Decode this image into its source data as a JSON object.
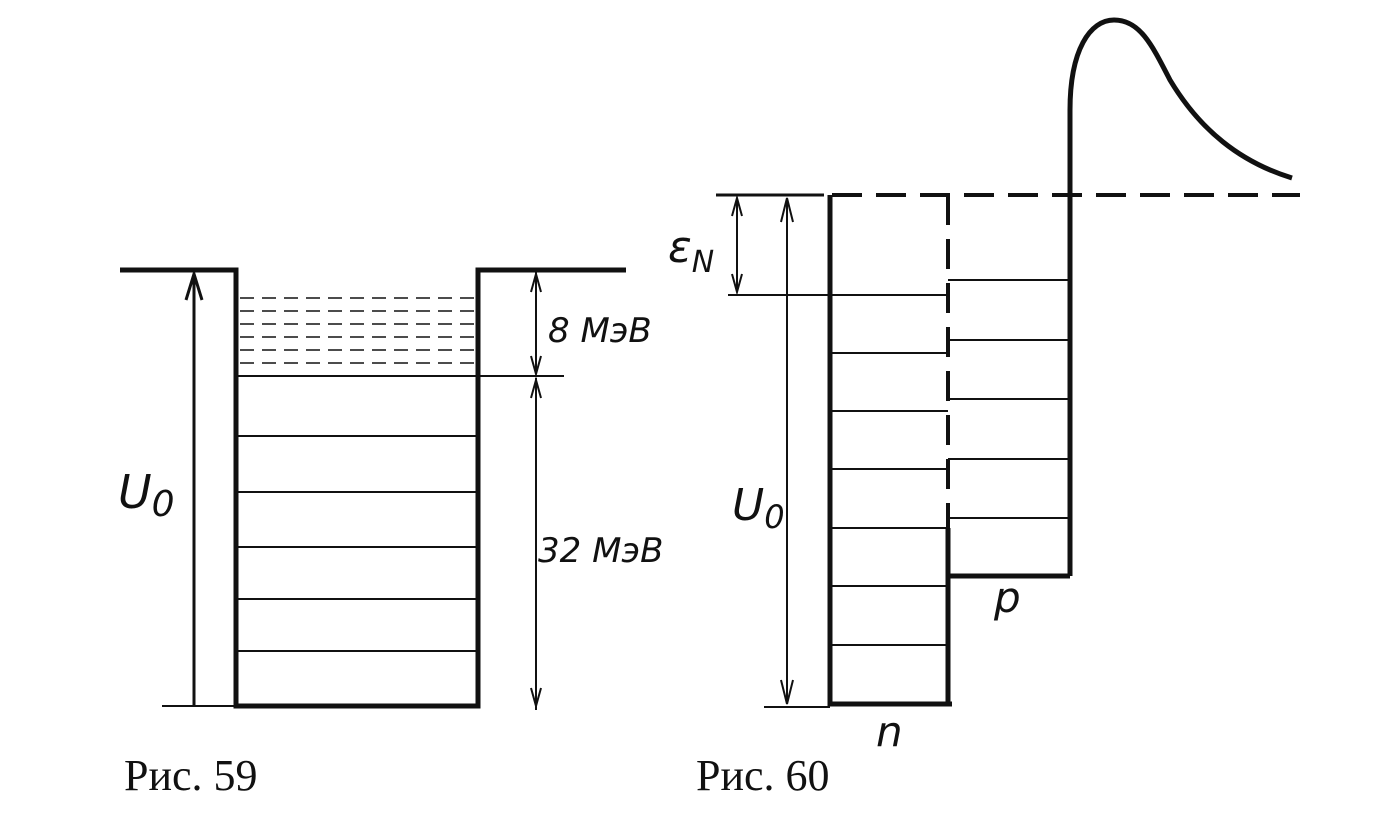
{
  "figure59": {
    "caption": "Рис.  59",
    "label_u0": "U",
    "label_u0_sub": "0",
    "label_top_gap": "8 МэВ",
    "label_depth": "32 МэВ",
    "levels_count": 6
  },
  "figure60": {
    "caption": "Рис.  60",
    "label_epsilon": "ε",
    "label_epsilon_sub": "N",
    "label_u0": "U",
    "label_u0_sub": "0",
    "label_neutron": "n",
    "label_proton": "p",
    "neutron_levels_count": 7,
    "proton_levels_count": 5
  },
  "colors": {
    "ink": "#111111",
    "background": "#ffffff"
  }
}
